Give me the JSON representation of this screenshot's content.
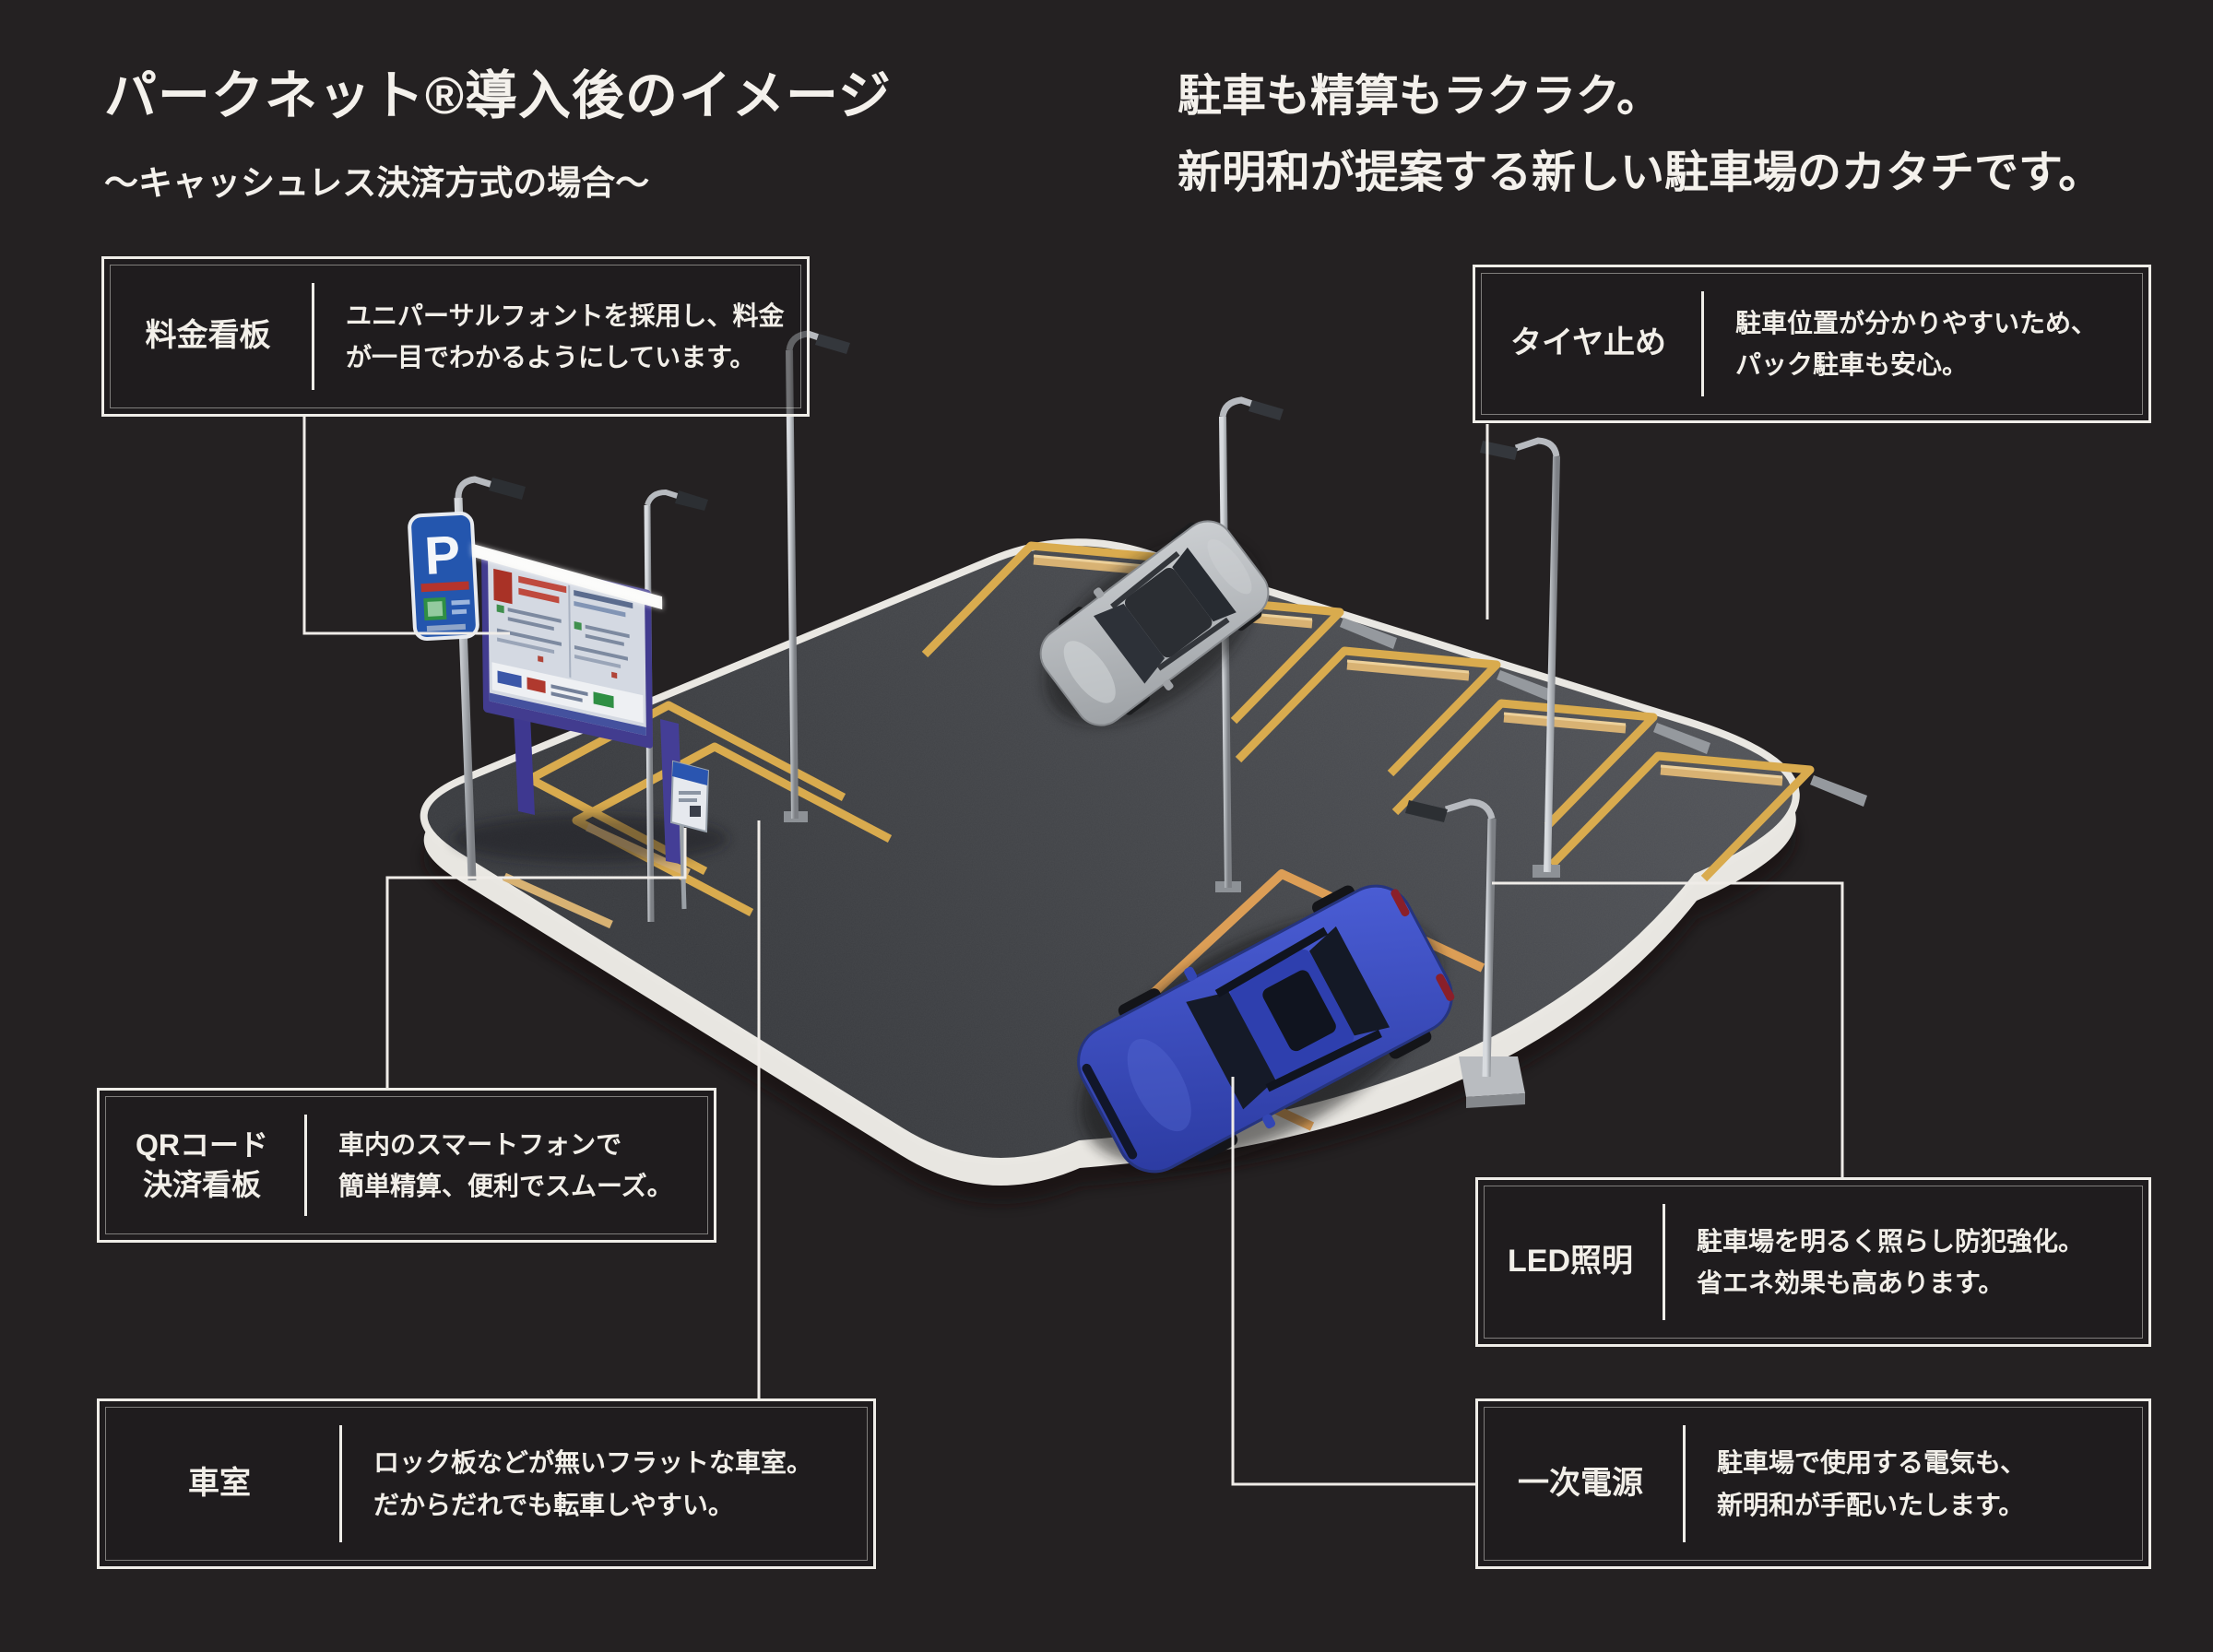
{
  "page": {
    "title": "パークネット®導入後のイメージ",
    "subtitle": "～キャッシュレス決済方式の場合～",
    "hero_line1": "駐車も精算もラクラク。",
    "hero_line2": "新明和が提案する新しい駐車場のカタチです。"
  },
  "callouts": [
    {
      "id": "fee-sign",
      "label": "料金看板",
      "desc1": "ユニパーサルフォントを採用し、料金",
      "desc2": "が一目でわかるようにしています。"
    },
    {
      "id": "tire-stop",
      "label": "タイヤ止め",
      "desc1": "駐車位置が分かりやすいため、",
      "desc2": "パック駐車も安心。"
    },
    {
      "id": "qr-sign",
      "label": "QRコード",
      "label2": "決済看板",
      "desc1": "車内のスマートフォンで",
      "desc2": "簡単精算、便利でスムーズ。"
    },
    {
      "id": "stall",
      "label": "車室",
      "desc1": "ロック板などが無いフラットな車室。",
      "desc2": "だからだれでも転車しやすい。"
    },
    {
      "id": "led",
      "label": "LED照明",
      "desc1": "駐車場を明るく照らし防犯強化。",
      "desc2": "省エネ効果も高あります。"
    },
    {
      "id": "power",
      "label": "一次電源",
      "desc1": "駐車場で使用する電気も、",
      "desc2": "新明和が手配いたします。"
    }
  ],
  "scene": {
    "p_sign_label": "P",
    "colors": {
      "background": "#242122",
      "pavement": "#45474b",
      "curb_white": "#e9e7e2",
      "stall_line_gold": "#d9ab4e",
      "stall_line_orange": "#dc9e56",
      "tire_stop_tan": "#d8b273",
      "board_frame_purple": "#423c8f",
      "p_sign_blue": "#2456ae",
      "car_silver": "#b7babd",
      "car_blue": "#3c50c8",
      "callout_border": "#efede8"
    }
  }
}
